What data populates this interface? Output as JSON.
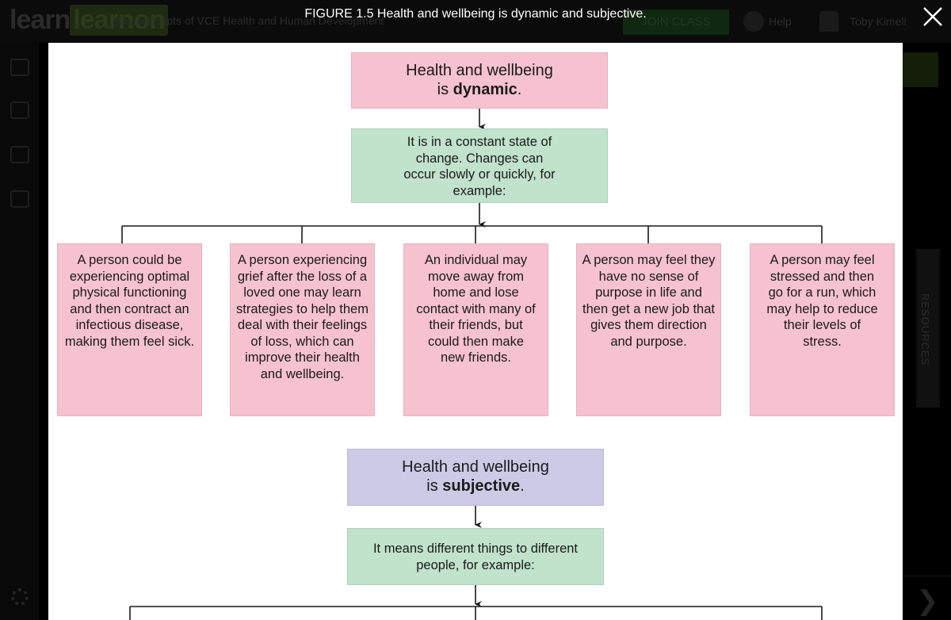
{
  "app": {
    "logo_text": "learnon",
    "breadcrumb": "Key concepts of VCE Health and Human Development",
    "join_class_label": "JOIN CLASS",
    "help_label": "Help",
    "user_name": "Toby Kimeli",
    "resources_label": "RESOURCES"
  },
  "modal": {
    "caption": "FIGURE 1.5 Health and wellbeing is dynamic and subjective."
  },
  "diagram": {
    "dynamic": {
      "title_line1": "Health and wellbeing",
      "title_prefix": "is ",
      "title_keyword": "dynamic",
      "title_suffix": ".",
      "explanation": "It is in a constant state of change. Changes can occur slowly or quickly, for example:",
      "examples": [
        "A person could be experiencing optimal physical functioning and then contract an infectious disease, making them feel sick.",
        "A person experiencing grief after the loss of a loved one may learn strategies to help them deal with their feelings of loss, which can improve their health and wellbeing.",
        "An individual may move away from home and lose contact with many of their friends, but could then make new friends.",
        "A person may feel they have no sense of purpose in life and then get a new job that gives them direction and purpose.",
        "A person may feel stressed and then go for a run, which may help to reduce their levels of stress."
      ]
    },
    "subjective": {
      "title_line1": "Health and wellbeing",
      "title_prefix": "is ",
      "title_keyword": "subjective",
      "title_suffix": ".",
      "explanation": "It means different things to different people, for example:"
    },
    "colors": {
      "pink": "#f6c2cf",
      "green": "#c1e2cb",
      "purple": "#cdcae6"
    }
  }
}
